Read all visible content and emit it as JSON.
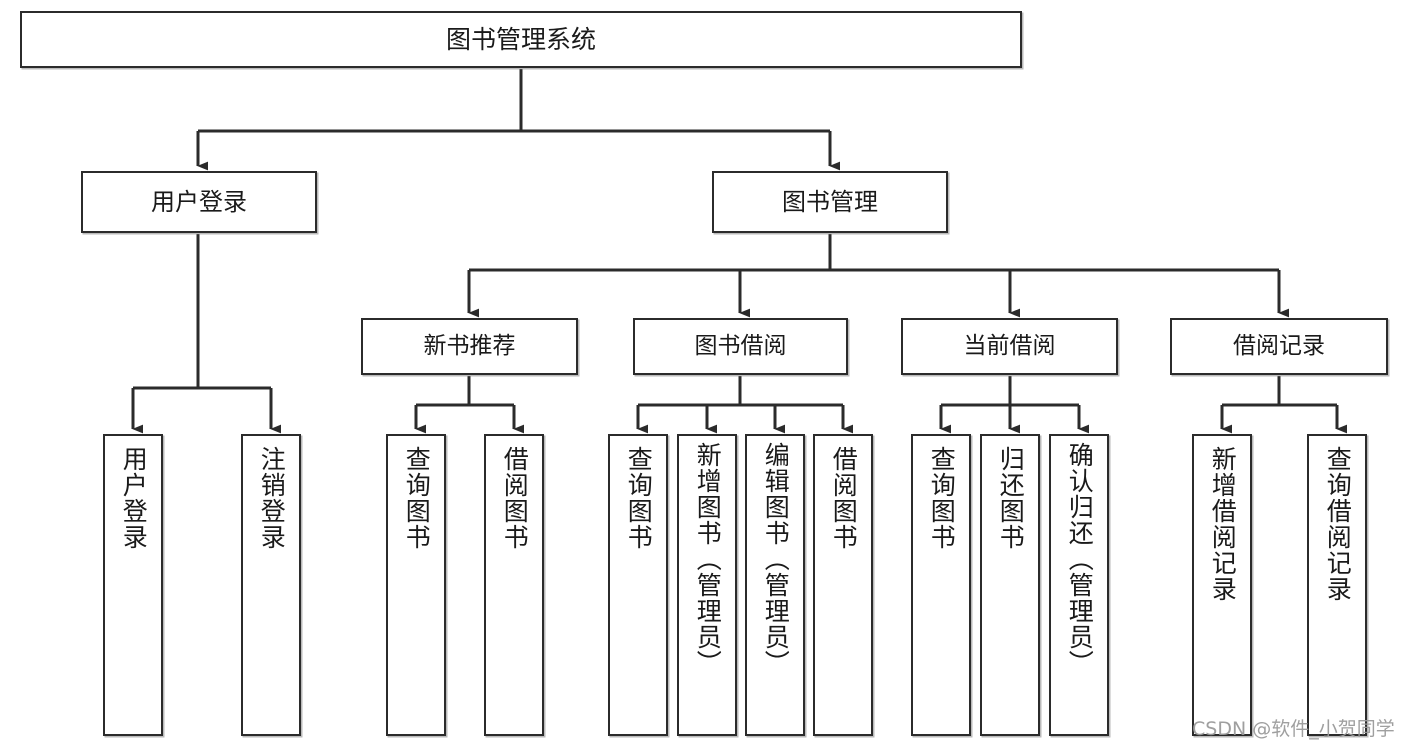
{
  "diagram": {
    "type": "tree",
    "title": "图书管理系统",
    "root": {
      "label": "图书管理系统"
    },
    "level1": [
      {
        "label": "用户登录"
      },
      {
        "label": "图书管理"
      }
    ],
    "level2": [
      {
        "label": "新书推荐"
      },
      {
        "label": "图书借阅"
      },
      {
        "label": "当前借阅"
      },
      {
        "label": "借阅记录"
      }
    ],
    "leaves": {
      "user_login": [
        {
          "label": "用户登录"
        },
        {
          "label": "注销登录"
        }
      ],
      "new_book_recommend": [
        {
          "label": "查询图书"
        },
        {
          "label": "借阅图书"
        }
      ],
      "book_borrow": [
        {
          "label": "查询图书"
        },
        {
          "label": "新增图书（管理员）"
        },
        {
          "label": "编辑图书（管理员）"
        },
        {
          "label": "借阅图书"
        }
      ],
      "current_borrow": [
        {
          "label": "查询图书"
        },
        {
          "label": "归还图书"
        },
        {
          "label": "确认归还（管理员）"
        }
      ],
      "borrow_record": [
        {
          "label": "新增借阅记录"
        },
        {
          "label": "查询借阅记录"
        }
      ]
    }
  },
  "watermark": {
    "text": "CSDN @软件_小贺同学"
  },
  "colors": {
    "stroke": "#2b2b2b",
    "fill": "#ffffff",
    "text": "#1a1a1a",
    "watermark": "#9a9a9a"
  }
}
